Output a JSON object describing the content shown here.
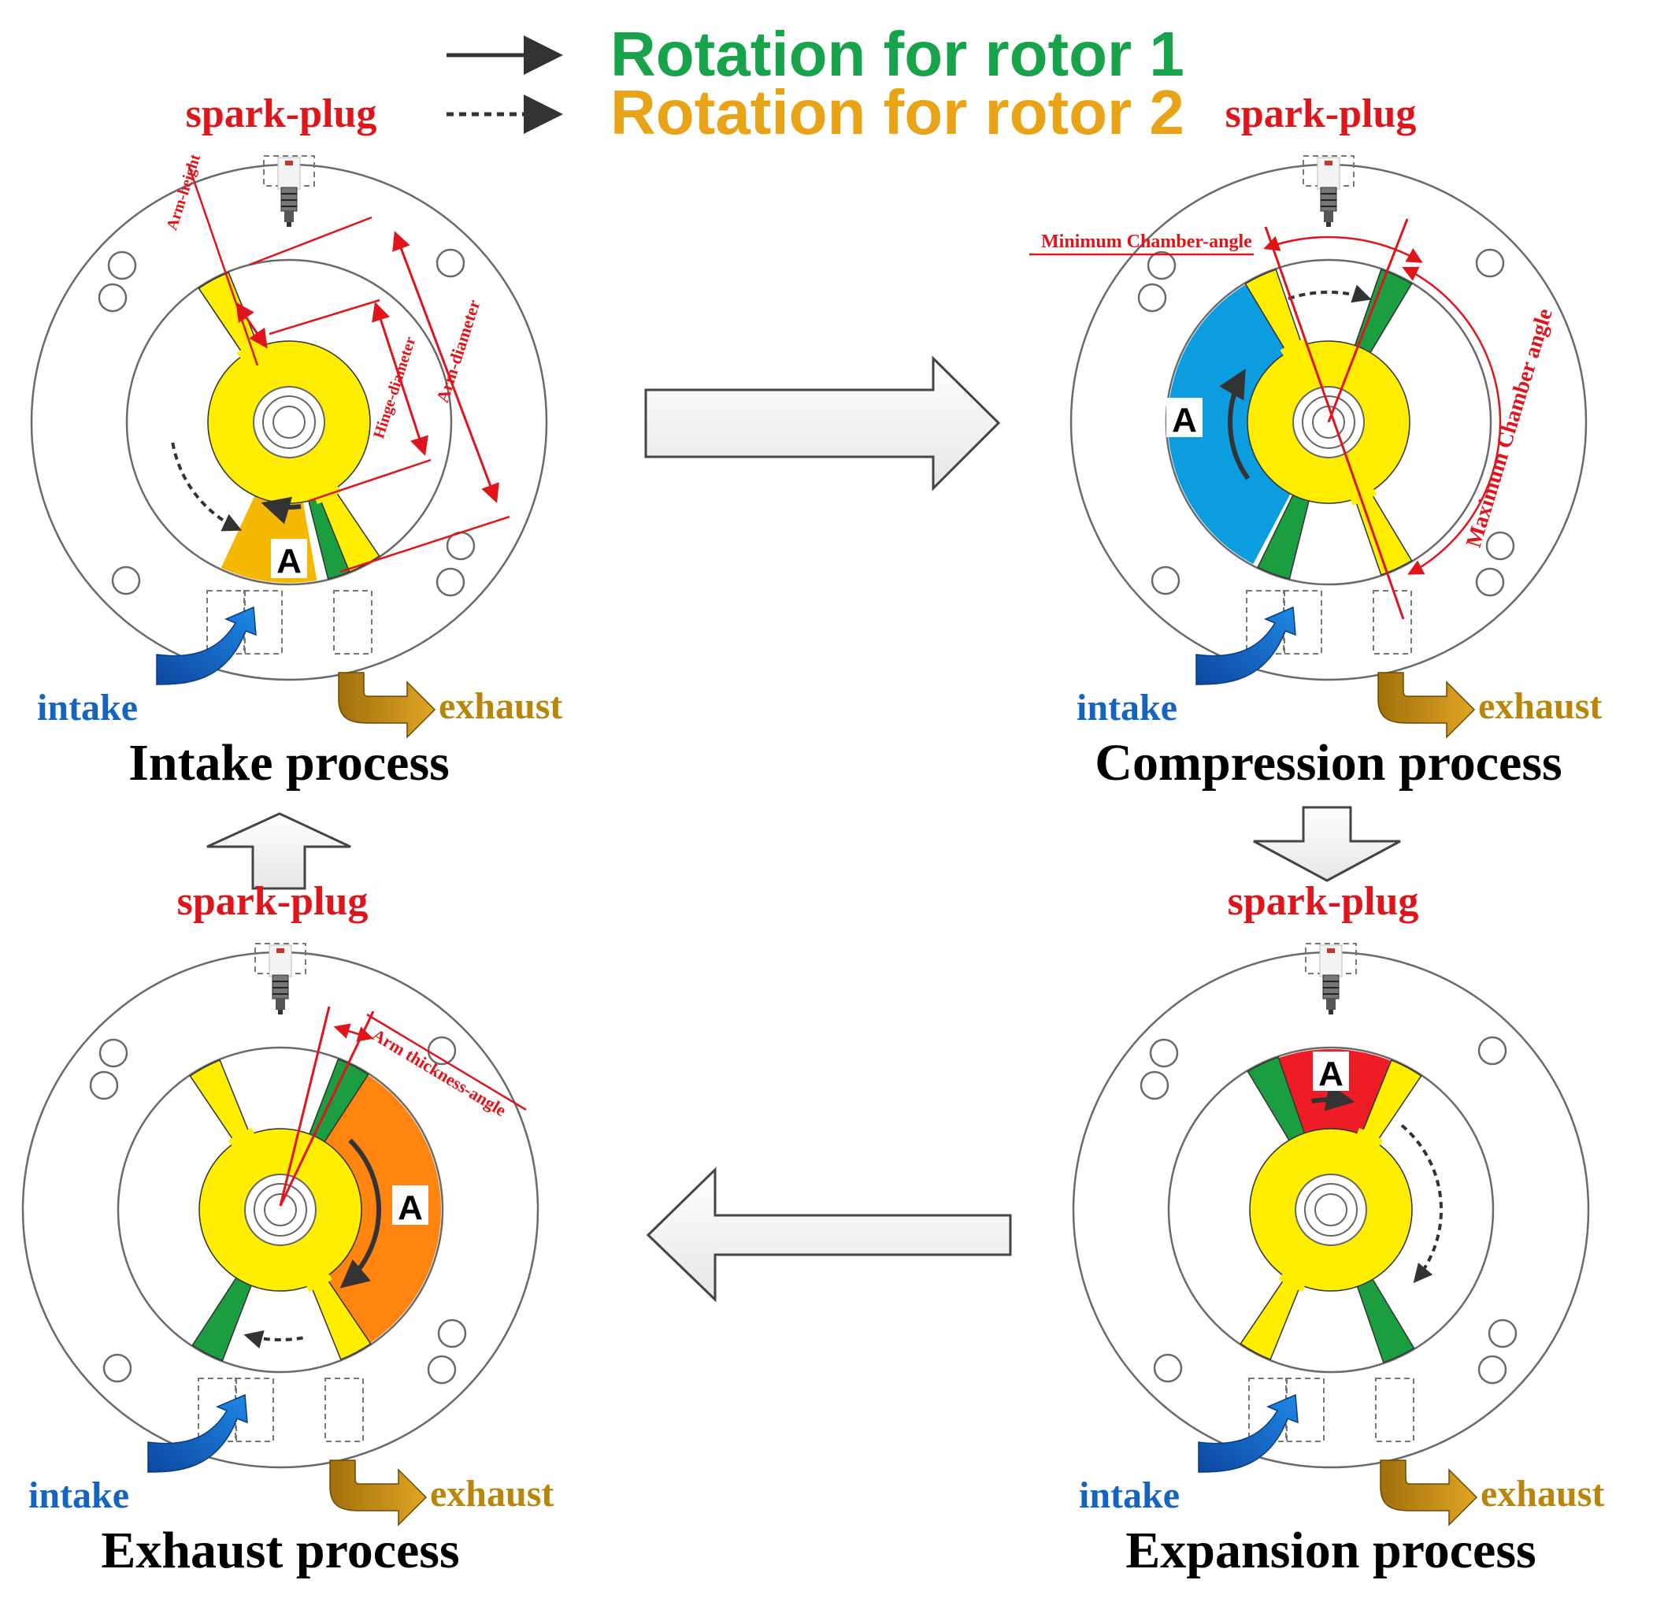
{
  "legend": {
    "rotor1": "Rotation for rotor 1",
    "rotor2": "Rotation for rotor 2",
    "rotor1_color": "#16a34a",
    "rotor2_color": "#e8a317"
  },
  "colors": {
    "rotor_yellow": "#ffee00",
    "arm_green": "#1a9e3f",
    "chamber_intake": "#f5b800",
    "chamber_compression": "#0b9de0",
    "chamber_expansion": "#ee1c24",
    "chamber_exhaust": "#ff8410",
    "annotation_red": "#e0141b",
    "intake_blue": "#1565c0",
    "exhaust_gold": "#b8860b"
  },
  "common": {
    "spark_plug": "spark-plug",
    "intake": "intake",
    "exhaust": "exhaust",
    "chamber": "A"
  },
  "panels": {
    "intake": {
      "title": "Intake process"
    },
    "compression": {
      "title": "Compression process"
    },
    "exhaust": {
      "title": "Exhaust process"
    },
    "expansion": {
      "title": "Expansion process"
    }
  },
  "annotations": {
    "arm_height": "Arm-height",
    "hinge_diameter": "Hinge-diameter",
    "arm_diameter": "Arm-diameter",
    "min_chamber_angle": "Minimum Chamber-angle",
    "max_chamber_angle": "Maximum Chamber angle",
    "arm_thickness_angle": "Arm thickness-angle"
  },
  "flow_arrows": [
    "process-arrow-right",
    "process-arrow-down",
    "process-arrow-left",
    "process-arrow-up"
  ]
}
